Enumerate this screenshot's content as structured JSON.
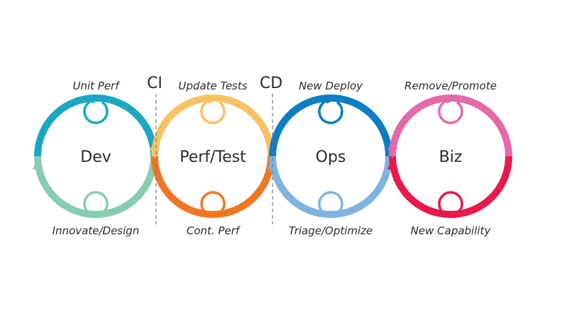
{
  "diagram": {
    "gates": [
      {
        "id": "ci",
        "label": "CI"
      },
      {
        "id": "cd",
        "label": "CD"
      }
    ],
    "cycles": [
      {
        "id": "dev",
        "label": "Dev",
        "top": {
          "label": "Unit Perf",
          "color": "#1aa7c4"
        },
        "bottom": {
          "label": "Innovate/Design",
          "color": "#86cdb2"
        }
      },
      {
        "id": "perf-test",
        "label": "Perf/Test",
        "top": {
          "label": "Update Tests",
          "color": "#f8c263"
        },
        "bottom": {
          "label": "Cont. Perf",
          "color": "#ef7724"
        }
      },
      {
        "id": "ops",
        "label": "Ops",
        "top": {
          "label": "New Deploy",
          "color": "#0c7ec2"
        },
        "bottom": {
          "label": "Triage/Optimize",
          "color": "#7fb4e0"
        }
      },
      {
        "id": "biz",
        "label": "Biz",
        "top": {
          "label": "Remove/Promote",
          "color": "#e36aa8"
        },
        "bottom": {
          "label": "New Capability",
          "color": "#e8194c"
        }
      }
    ]
  }
}
